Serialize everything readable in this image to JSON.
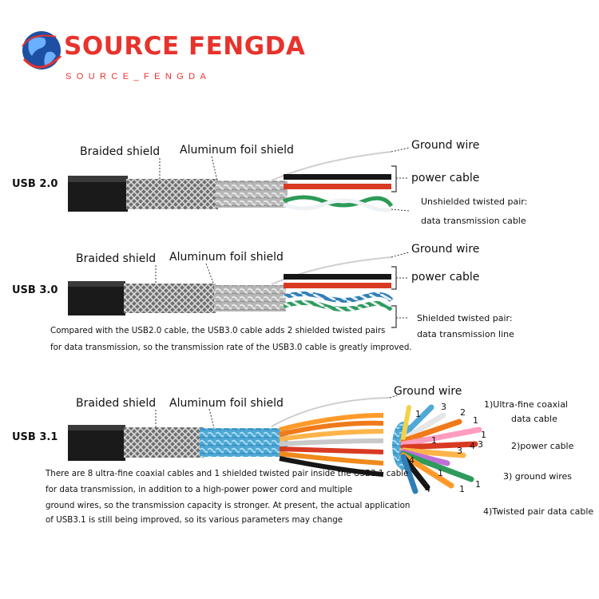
{
  "brand": {
    "name": "SOURCE FENGDA",
    "subtitle": "SOURCE_FENGDA",
    "colors": {
      "primary": "#e8322c",
      "globe": "#1d4fa3"
    }
  },
  "sections": [
    {
      "version": "USB 2.0",
      "labels": {
        "braided": "Braided shield",
        "foil": "Aluminum foil shield",
        "ground": "Ground wire",
        "power": "power cable",
        "pair_title": "Unshielded twisted pair:",
        "pair_sub": "data transmission cable"
      }
    },
    {
      "version": "USB 3.0",
      "labels": {
        "braided": "Braided shield",
        "foil": "Aluminum foil shield",
        "ground": "Ground wire",
        "power": "power cable",
        "pair_title": "Shielded twisted pair:",
        "pair_sub": "data transmission line"
      },
      "note": [
        "Compared with the USB2.0 cable, the USB3.0 cable adds 2 shielded twisted pairs",
        "for data transmission, so the transmission rate of the USB3.0 cable is greatly improved."
      ]
    },
    {
      "version": "USB 3.1",
      "labels": {
        "braided": "Braided shield",
        "foil": "Aluminum foil shield",
        "ground": "Ground wire"
      },
      "legend": [
        "1)Ultra-fine coaxial",
        "data cable",
        "2)power cable",
        "3) ground wires",
        "4)Twisted pair data cable"
      ],
      "numbers": [
        "1",
        "3",
        "2",
        "1",
        "1",
        "3",
        "4",
        "3",
        "1",
        "4",
        "1",
        "1",
        "4",
        "1"
      ],
      "note": [
        "There are 8 ultra-fine coaxial cables and 1 shielded twisted pair inside the USB3.1 cable",
        "for data transmission, in addition to a high-power power cord and multiple",
        "ground wires, so the transmission capacity is stronger. At present, the actual application",
        "of USB3.1 is still being improved, so its various parameters may change"
      ]
    }
  ]
}
